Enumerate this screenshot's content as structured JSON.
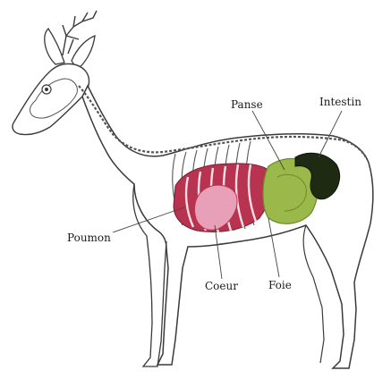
{
  "labels": {
    "panse": "Panse",
    "intestin": "Intestin",
    "poumon": "Poumon",
    "coeur": "Coeur",
    "foie": "Foie"
  },
  "colors": {
    "outline": "#3a3a3a",
    "skeleton": "#555555",
    "lung": "#b8334f",
    "lung_light": "#e7a0b7",
    "heart": "#d24a78",
    "rumen": "#9bb84a",
    "rumen_dark": "#6f8a2c",
    "intestine": "#1e2a12",
    "leader": "#444444"
  }
}
